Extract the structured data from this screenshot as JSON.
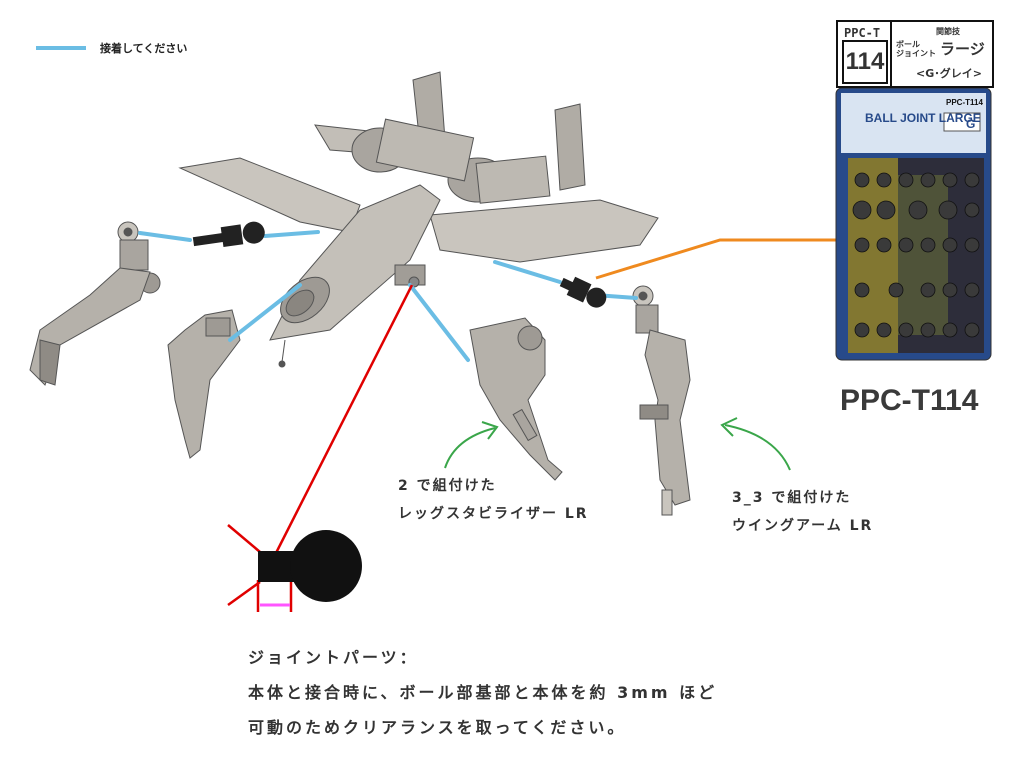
{
  "legend": {
    "label": "接着してください",
    "color": "#6bbde4"
  },
  "labels": {
    "leg": {
      "line1": "2 で組付けた",
      "line2": "レッグスタビライザー LR"
    },
    "wing": {
      "line1": "3_3 で組付けた",
      "line2": "ウイングアーム LR"
    }
  },
  "note": {
    "title": "ジョイントパーツ：",
    "line1": "本体と接合時に、ボール部基部と本体を約 3mm ほど",
    "line2": "可動のためクリアランスを取ってください。"
  },
  "package": {
    "code_top": "PPC-T",
    "code_big": "114",
    "category": "関節技",
    "left_text": "ボール\nジョイント",
    "product_name": "ラージ",
    "color_name": "<G･グレイ>",
    "card_label": "PPC-T114",
    "card_title": "BALL JOINT LARGE",
    "card_color_letter": "G"
  },
  "caption": "PPC-T114",
  "colors": {
    "blue": "#6bbde4",
    "orange": "#ef8a1f",
    "red": "#e00000",
    "green": "#3aa64a",
    "magenta": "#ff55ff",
    "part_gray": "#b5b1aa",
    "card_blue": "#274a8a"
  }
}
